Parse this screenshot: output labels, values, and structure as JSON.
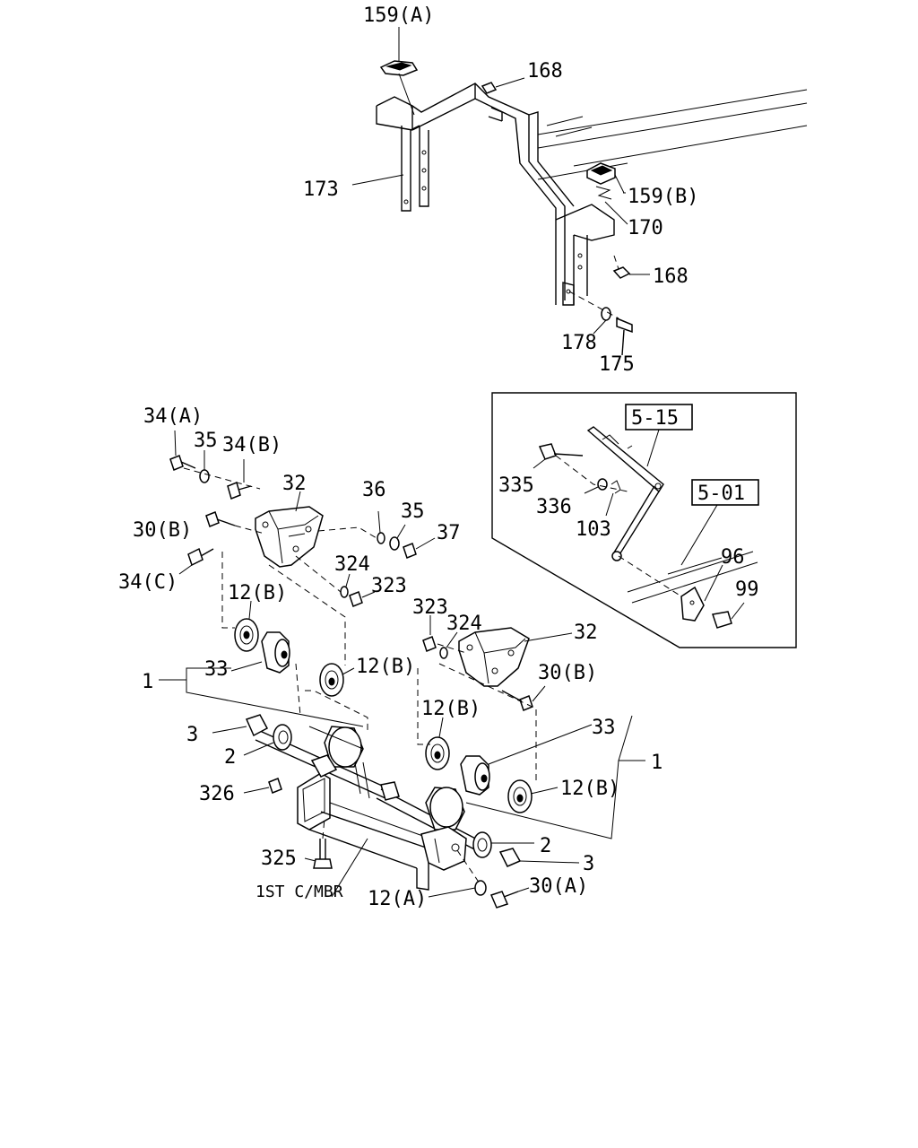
{
  "callouts": {
    "c159a": "159(A)",
    "c168_top": "168",
    "c173": "173",
    "c159b": "159(B)",
    "c170": "170",
    "c168_mid": "168",
    "c178": "178",
    "c175": "175",
    "c34a": "34(A)",
    "c35_left": "35",
    "c34b": "34(B)",
    "c32_left": "32",
    "c36": "36",
    "c35_right": "35",
    "c37": "37",
    "c30b_left": "30(B)",
    "c34c": "34(C)",
    "c324_left": "324",
    "c323_left": "323",
    "c12b_1": "12(B)",
    "c1_left": "1",
    "c33_left": "33",
    "c12b_2": "12(B)",
    "c323_right": "323",
    "c324_right": "324",
    "c32_right": "32",
    "c30b_right": "30(B)",
    "c3_left": "3",
    "c2_left": "2",
    "c12b_3": "12(B)",
    "c33_right": "33",
    "c1_right": "1",
    "c326": "326",
    "c12b_4": "12(B)",
    "c2_right": "2",
    "c3_right": "3",
    "c325": "325",
    "c1st_mbr": "1ST C/MBR",
    "c12a": "12(A)",
    "c30a": "30(A)"
  },
  "inset": {
    "ref_515": "5-15",
    "ref_501": "5-01",
    "c335": "335",
    "c336": "336",
    "c103": "103",
    "c96": "96",
    "c99": "99"
  }
}
